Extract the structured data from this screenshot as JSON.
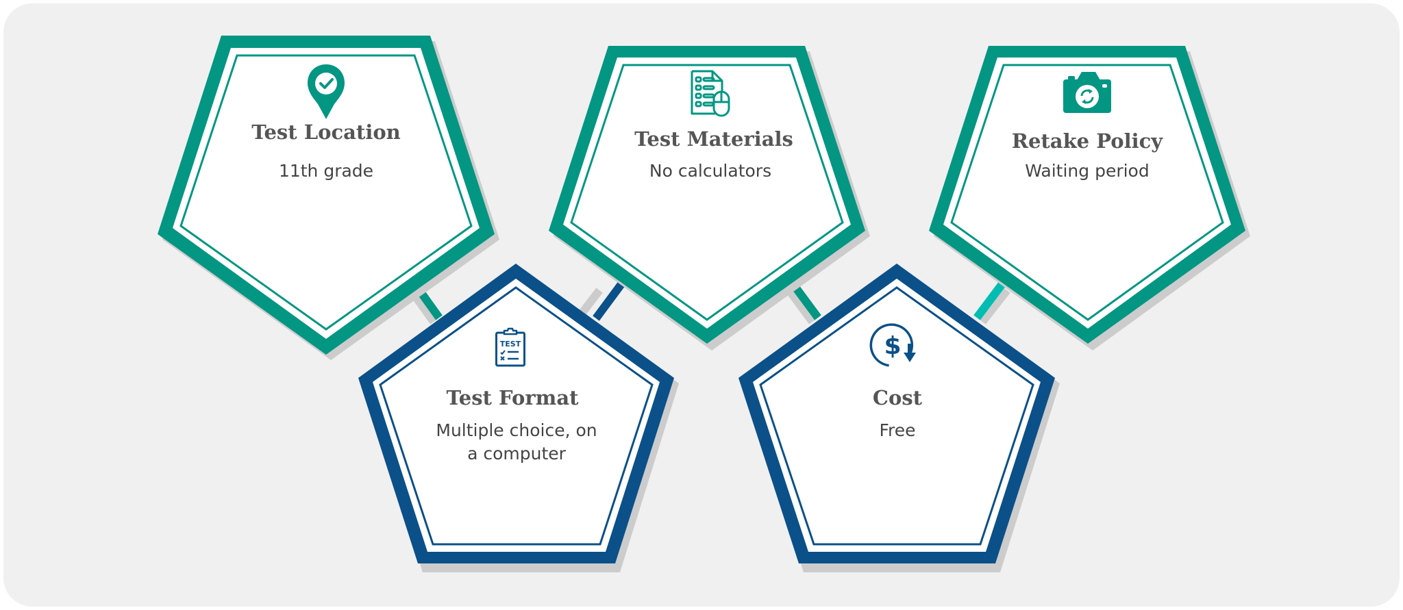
{
  "colors": {
    "background": "#f0f0f0",
    "teal": "#029683",
    "navy": "#0b5088",
    "cyan_connector": "#00bdb2",
    "shadow": "#cccccc",
    "title_text": "#555555",
    "body_text": "#444444"
  },
  "cards": [
    {
      "id": "test-location",
      "title": "Test Location",
      "subtitle_lines": [
        "11th grade"
      ],
      "icon": "map-pin-check-icon",
      "color": "teal",
      "orientation": "point-down"
    },
    {
      "id": "test-format",
      "title": "Test Format",
      "subtitle_lines": [
        "Multiple choice, on",
        "a computer"
      ],
      "icon": "clipboard-test-icon",
      "color": "navy",
      "orientation": "point-up"
    },
    {
      "id": "test-materials",
      "title": "Test Materials",
      "subtitle_lines": [
        "No calculators"
      ],
      "icon": "document-mouse-icon",
      "color": "teal",
      "orientation": "point-down"
    },
    {
      "id": "cost",
      "title": "Cost",
      "subtitle_lines": [
        "Free"
      ],
      "icon": "dollar-down-icon",
      "color": "navy",
      "orientation": "point-up"
    },
    {
      "id": "retake-policy",
      "title": "Retake Policy",
      "subtitle_lines": [
        "Waiting period"
      ],
      "icon": "camera-refresh-icon",
      "color": "teal",
      "orientation": "point-down"
    }
  ]
}
